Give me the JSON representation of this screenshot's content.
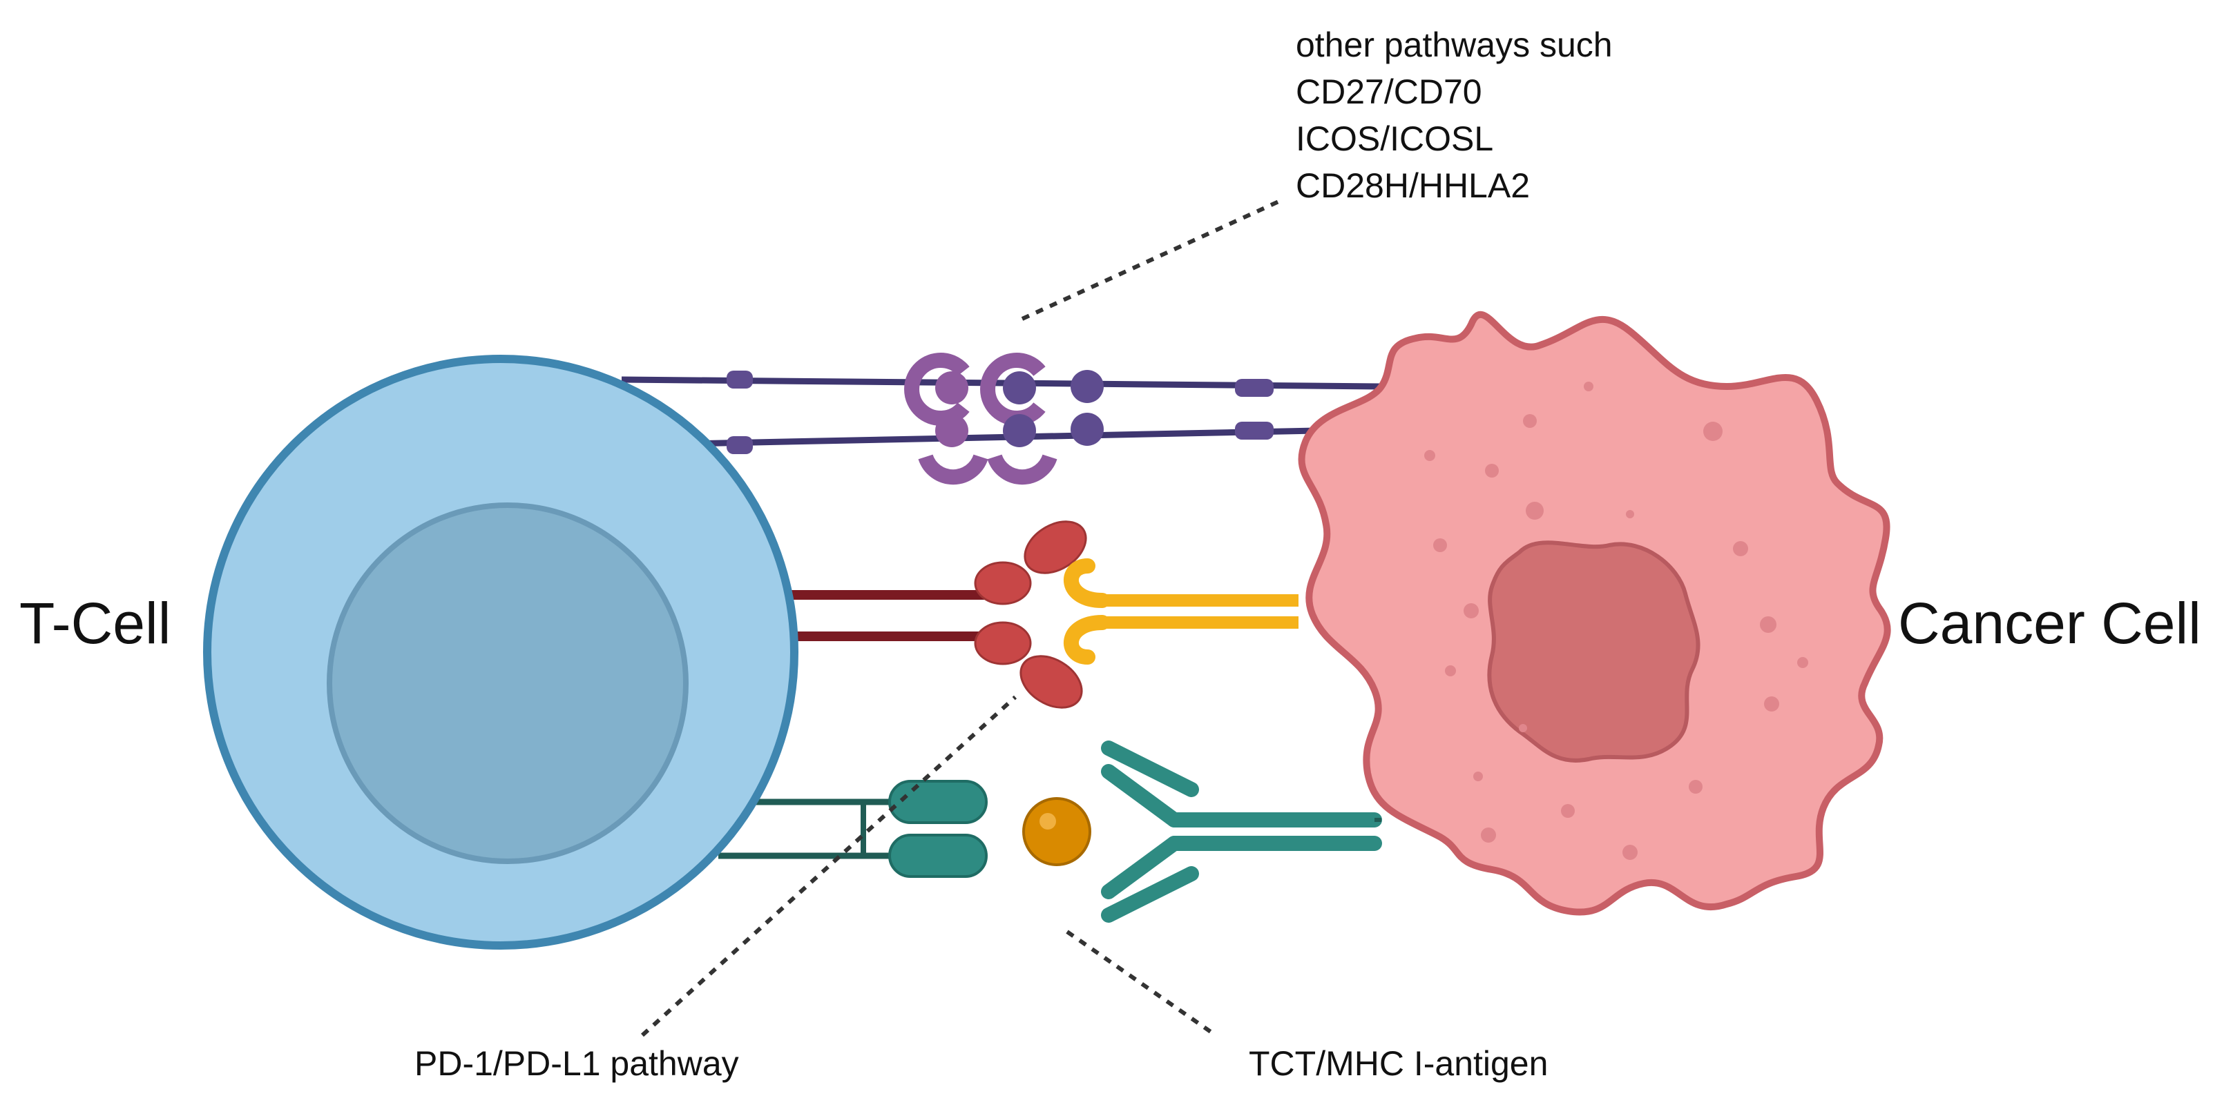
{
  "labels": {
    "t_cell": "T-Cell",
    "cancer_cell": "Cancer Cell",
    "pd1_pathway": "PD-1/PD-L1 pathway",
    "tct_mhc": "TCT/MHC I-antigen",
    "other_pathways": [
      "other pathways such",
      "CD27/CD70",
      "ICOS/ICOSL",
      "CD28H/HHLA2"
    ]
  },
  "colors": {
    "t_cell_outer": "#9fcde9",
    "t_cell_border": "#3f86b0",
    "t_cell_nucleus": "#82b1cc",
    "cancer_cell": "#f4a4a6",
    "cancer_border": "#c85f66",
    "cancer_nucleus": "#d07072",
    "purple_receptor": "#8e5a9e",
    "purple_ligand": "#5e4c8f",
    "pd1_red": "#c84747",
    "pd1_stem": "#7a1a22",
    "pdl1_yellow": "#f5b21a",
    "tcr_teal": "#2e8b82",
    "antigen_orange": "#d98a00"
  }
}
